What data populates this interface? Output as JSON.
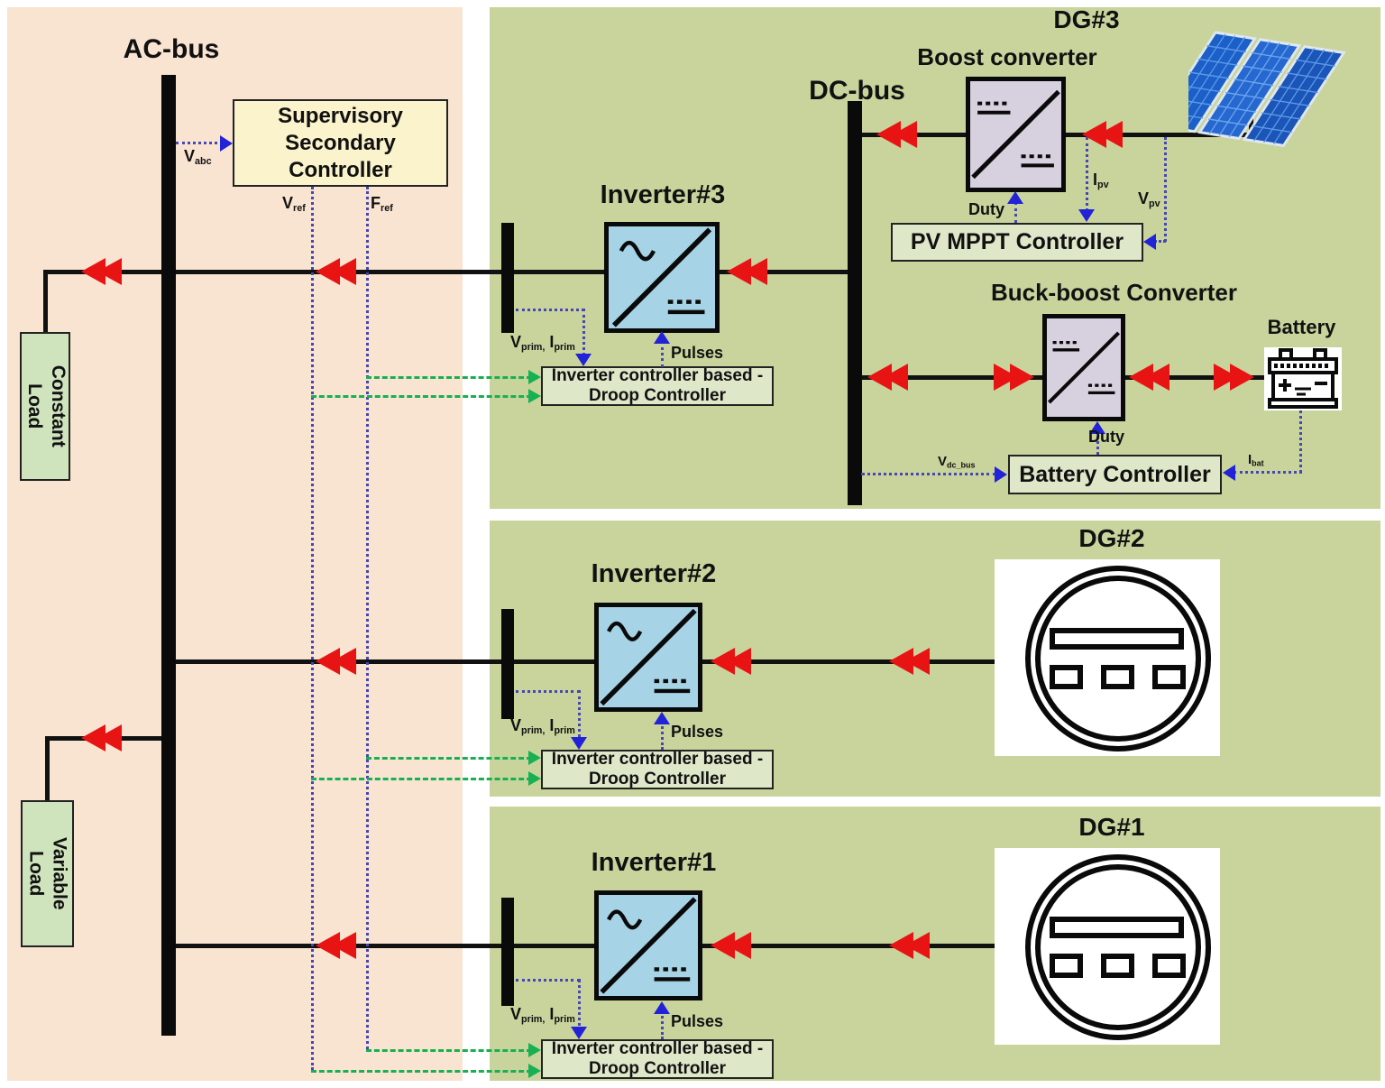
{
  "titles": {
    "ac_bus": "AC-bus",
    "dc_bus": "DC-bus",
    "dg3": "DG#3",
    "dg2": "DG#2",
    "dg1": "DG#1",
    "boost_converter": "Boost converter",
    "buck_boost_converter": "Buck-boost Converter",
    "battery": "Battery",
    "inverter3": "Inverter#3",
    "inverter2": "Inverter#2",
    "inverter1": "Inverter#1"
  },
  "boxes": {
    "supervisory": {
      "line1": "Supervisory",
      "line2": "Secondary",
      "line3": "Controller"
    },
    "pv_mppt_controller": "PV MPPT Controller",
    "battery_controller": "Battery Controller",
    "droop": {
      "line1": "Inverter controller based -",
      "line2": "Droop Controller"
    },
    "constant_load": {
      "line1": "Constant",
      "line2": "Load"
    },
    "variable_load": {
      "line1": "Variable",
      "line2": "Load"
    }
  },
  "signals": {
    "vabc": {
      "base": "V",
      "sub": "abc"
    },
    "vref": {
      "base": "V",
      "sub": "ref"
    },
    "fref": {
      "base": "F",
      "sub": "ref"
    },
    "vprim_iprim": {
      "b1": "V",
      "s1": "prim,",
      "b2": " I",
      "s2": "prim"
    },
    "pulses": "Pulses",
    "duty": "Duty",
    "ipv": {
      "base": "I",
      "sub": "pv"
    },
    "vpv": {
      "base": "V",
      "sub": "pv"
    },
    "vdc_bus": {
      "base": "V",
      "sub": "dc_bus"
    },
    "ibat": {
      "base": "I",
      "sub": "bat"
    }
  },
  "icons": {
    "solar_panel": "solar-panel-icon",
    "battery": "battery-icon",
    "generator": "generator-icon",
    "inverter_symbol": "dc-ac-inverter-icon",
    "dcdc_symbol": "dc-dc-converter-icon"
  },
  "colors": {
    "pink_panel": "#f9e4d2",
    "green_panel": "#c9d49d",
    "supervisory_fill": "#fbf3cc",
    "controller_fill": "#dfe7c9",
    "load_fill": "#cfe3bd",
    "inverter_fill": "#a6d3e6",
    "converter_fill": "#d6d0df",
    "power_arrow_red": "#e81414",
    "signal_blue": "#2222d6",
    "signal_green": "#17b052"
  }
}
